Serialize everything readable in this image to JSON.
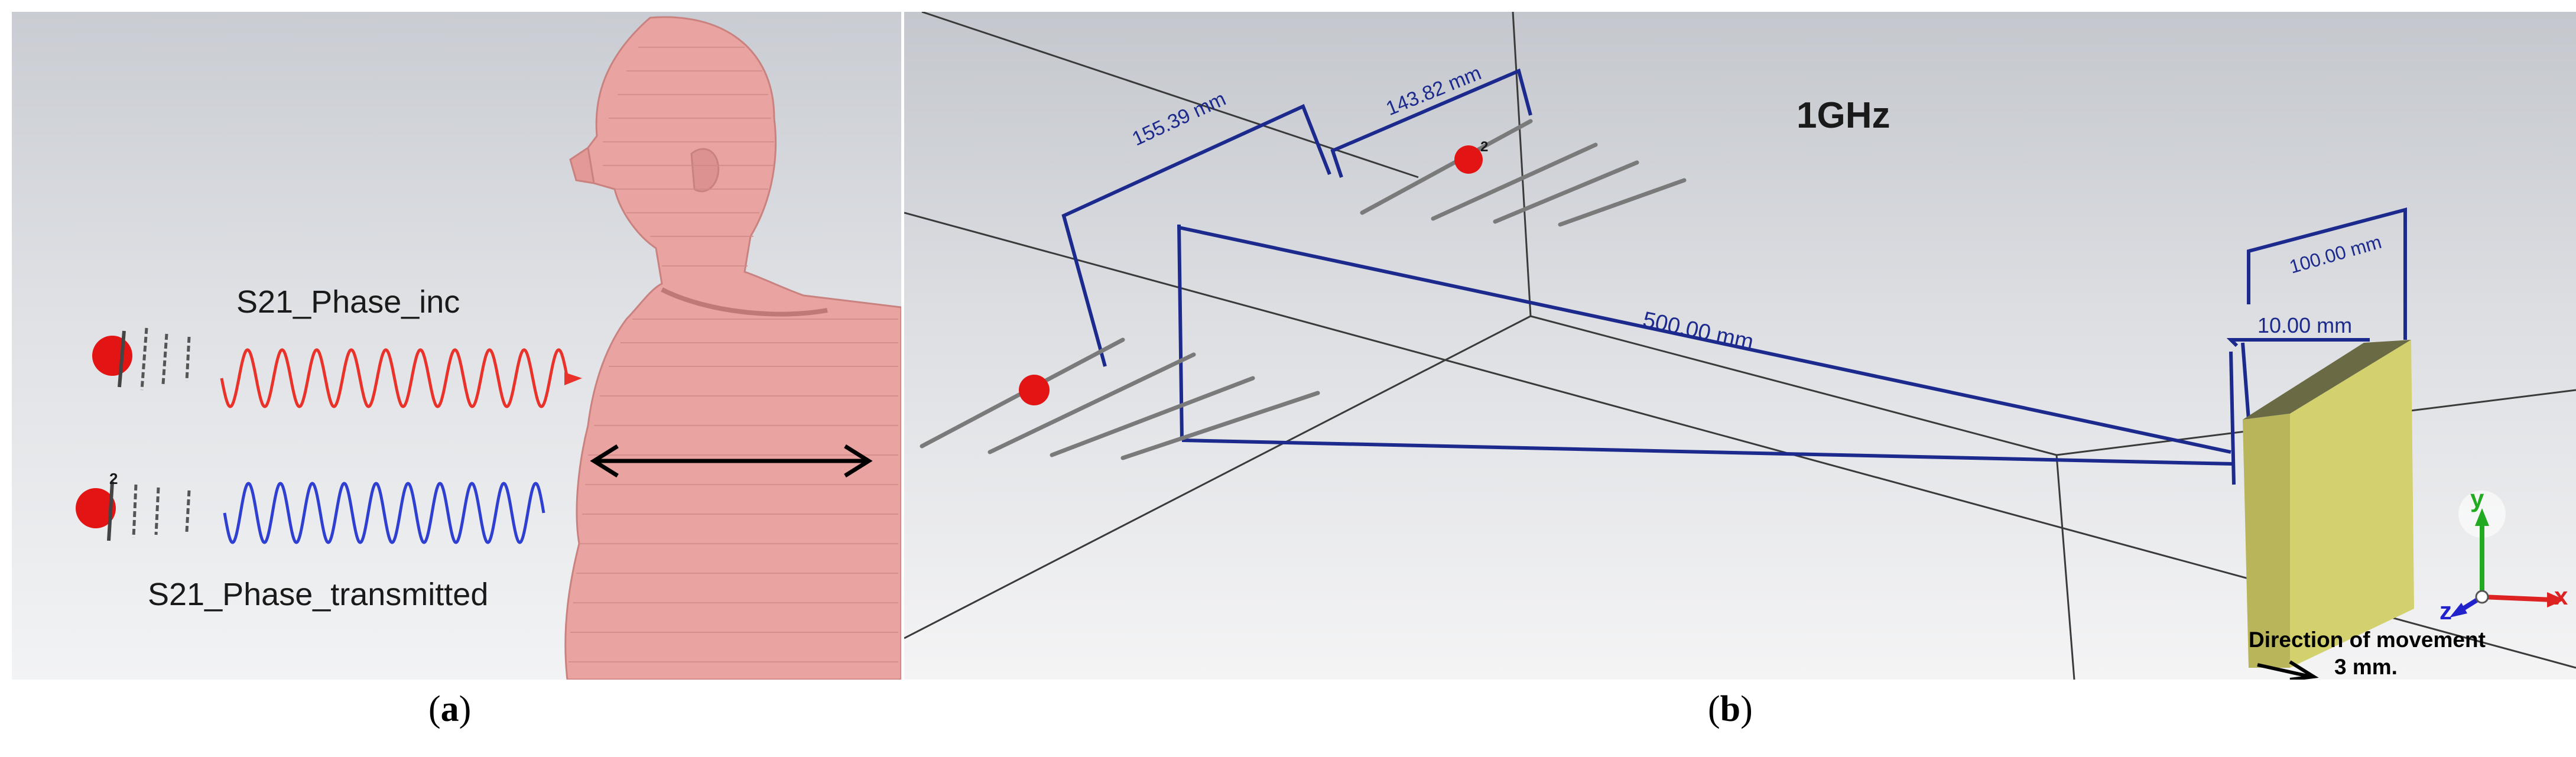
{
  "panel_a": {
    "wave_inc_label": "S21_Phase_inc",
    "wave_transmitted_label": "S21_Phase_transmitted",
    "port_marker": "2",
    "colors": {
      "incident_wave": "#e8322a",
      "transmitted_wave": "#2f3fd0",
      "human_model": "#e9a3a0",
      "port": "#e21414"
    }
  },
  "panel_b": {
    "frequency_label": "1GHz",
    "dim_1": "155.39 mm",
    "dim_2": "143.82 mm",
    "dim_3": "500.00 mm",
    "dim_4": "100.00 mm",
    "dim_5": "10.00 mm",
    "port_marker": "2",
    "movement_label_1": "Direction of movement",
    "movement_label_2": "3 mm.",
    "axis_x": "x",
    "axis_y": "y",
    "axis_z": "z",
    "colors": {
      "dimension_lines": "#1b2a8c",
      "slab": "#d3d06e",
      "port": "#e21414"
    }
  },
  "captions": {
    "a_open": "(",
    "a_letter": "a",
    "a_close": ")",
    "b_open": "(",
    "b_letter": "b",
    "b_close": ")"
  }
}
